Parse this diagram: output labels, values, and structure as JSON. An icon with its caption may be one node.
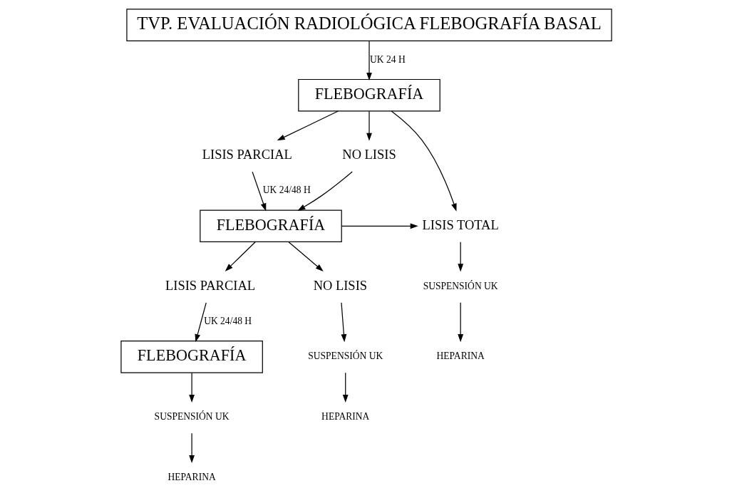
{
  "diagram": {
    "nodes": [
      {
        "text": [
          "TVP. EVALUACIÓN RADIOLÓGICA FLEBOGRAFÍA BASAL"
        ]
      },
      {
        "text": [
          "FLEBOGRAFÍA"
        ]
      },
      {
        "text": [
          "LISIS PARCIAL"
        ]
      },
      {
        "text": [
          "NO LISIS"
        ]
      },
      {
        "text": [
          "LISIS TOTAL"
        ]
      },
      {
        "text": [
          "FLEBOGRAFÍA"
        ]
      },
      {
        "text": [
          "SUSPENSIÓN UK"
        ]
      },
      {
        "text": [
          "HEPARINA"
        ]
      },
      {
        "text": [
          "LISIS PARCIAL"
        ]
      },
      {
        "text": [
          "NO LISIS"
        ]
      },
      {
        "text": [
          "FLEBOGRAFÍA"
        ]
      },
      {
        "text": [
          "SUSPENSIÓN UK"
        ]
      },
      {
        "text": [
          "HEPARINA"
        ]
      },
      {
        "text": [
          "SUSPENSIÓN UK"
        ]
      },
      {
        "text": [
          "HEPARINA"
        ]
      }
    ],
    "edges": [
      {
        "from": 0,
        "to": 1,
        "arrow": "to",
        "label": "UK 24 H"
      },
      {
        "from": 1,
        "to": 2,
        "arrow": "to"
      },
      {
        "from": 1,
        "to": 3,
        "arrow": "to"
      },
      {
        "from": 1,
        "to": 4,
        "arrow": "to"
      },
      {
        "from": 2,
        "to": 5,
        "arrow": "to",
        "label": "UK 24/48 H"
      },
      {
        "from": 3,
        "to": 5,
        "arrow": "to"
      },
      {
        "from": 5,
        "to": 4,
        "arrow": "to"
      },
      {
        "from": 4,
        "to": 6,
        "arrow": "to"
      },
      {
        "from": 6,
        "to": 7,
        "arrow": "to"
      },
      {
        "from": 5,
        "to": 8,
        "arrow": "to"
      },
      {
        "from": 5,
        "to": 9,
        "arrow": "to"
      },
      {
        "from": 8,
        "to": 10,
        "arrow": "to",
        "label": "UK 24/48 H"
      },
      {
        "from": 9,
        "to": 11,
        "arrow": "to"
      },
      {
        "from": 11,
        "to": 12,
        "arrow": "to"
      },
      {
        "from": 10,
        "to": 13,
        "arrow": "to"
      },
      {
        "from": 13,
        "to": 14,
        "arrow": "to"
      }
    ]
  }
}
